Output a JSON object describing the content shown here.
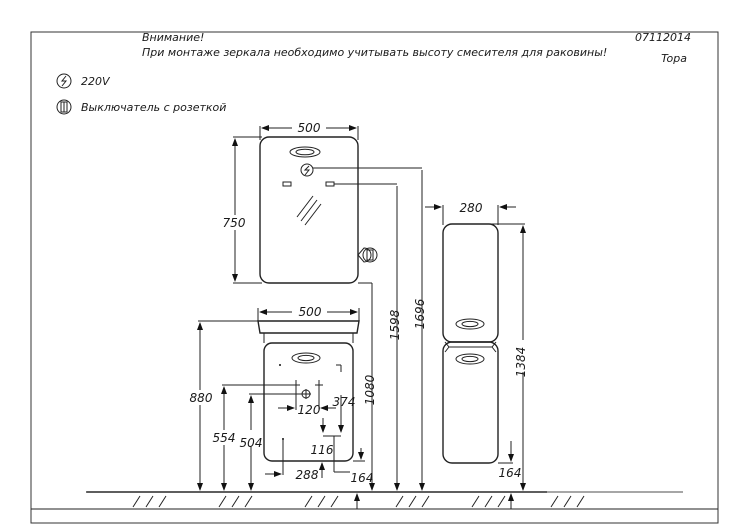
{
  "header": {
    "warning_title": "Внимание!",
    "warning_text": "При монтаже зеркала необходимо учитывать высоту смесителя для раковины!",
    "code": "07112014",
    "product": "Topa"
  },
  "legend": [
    {
      "icon": "power-outlet-220v-icon",
      "label": "220V"
    },
    {
      "icon": "switch-socket-icon",
      "label": "Выключатель с розеткой"
    }
  ],
  "dimensions": {
    "mirror_width": "500",
    "mirror_height": "750",
    "mirror_bottom_height": "1080",
    "mirror_outlet_height": "1598",
    "mirror_power_height": "1696",
    "sink_width": "500",
    "sink_height": "880",
    "pipe_height_1": "554",
    "pipe_height_2": "504",
    "pipe_spacing": "120",
    "drain_offset": "374",
    "cabinet_gap": "116",
    "cabinet_offset_left": "288",
    "cabinet_floor_gap": "164",
    "column_width": "280",
    "column_height": "1384",
    "column_floor_gap": "164"
  }
}
